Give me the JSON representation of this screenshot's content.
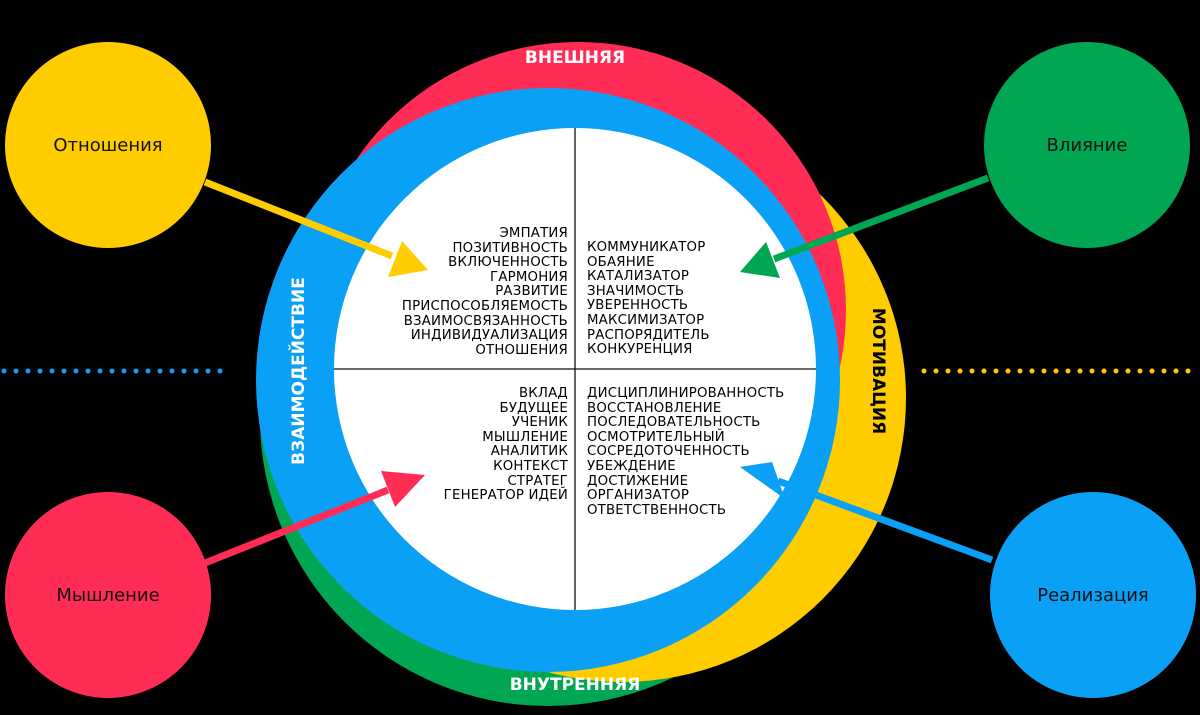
{
  "rings": {
    "top": {
      "label": "ВНЕШНЯЯ",
      "color": "#FF2D55"
    },
    "bottom": {
      "label": "ВНУТРЕННЯЯ",
      "color": "#00A651"
    },
    "left": {
      "label": "ВЗАИМОДЕЙСТВИЕ",
      "color": "#0AA0F5"
    },
    "right": {
      "label": "МОТИВАЦИЯ",
      "color": "#FFCC00"
    }
  },
  "bubbles": {
    "top_left": {
      "label": "Отношения",
      "color": "#FFCC00"
    },
    "top_right": {
      "label": "Влияние",
      "color": "#00A651"
    },
    "bottom_left": {
      "label": "Мышление",
      "color": "#FF2D55"
    },
    "bottom_right": {
      "label": "Реализация",
      "color": "#0AA0F5"
    }
  },
  "quadrants": {
    "top_left": [
      "ЭМПАТИЯ",
      "ПОЗИТИВНОСТЬ",
      "ВКЛЮЧЕННОСТЬ",
      "ГАРМОНИЯ",
      "РАЗВИТИЕ",
      "ПРИСПОСОБЛЯЕМОСТЬ",
      "ВЗАИМОСВЯЗАННОСТЬ",
      "ИНДИВИДУАЛИЗАЦИЯ",
      "ОТНОШЕНИЯ"
    ],
    "top_right": [
      "КОММУНИКАТОР",
      "ОБАЯНИЕ",
      "КАТАЛИЗАТОР",
      "ЗНАЧИМОСТЬ",
      "УВЕРЕННОСТЬ",
      "МАКСИМИЗАТОР",
      "РАСПОРЯДИТЕЛЬ",
      "КОНКУРЕНЦИЯ"
    ],
    "bottom_left": [
      "ВКЛАД",
      "БУДУЩЕЕ",
      "УЧЕНИК",
      "МЫШЛЕНИЕ",
      "АНАЛИТИК",
      "КОНТЕКСТ",
      "СТРАТЕГ",
      "ГЕНЕРАТОР ИДЕЙ"
    ],
    "bottom_right": [
      "ДИСЦИПЛИНИРОВАННОСТЬ",
      "ВОССТАНОВЛЕНИЕ",
      "ПОСЛЕДОВАТЕЛЬНОСТЬ",
      "ОСМОТРИТЕЛЬНЫЙ",
      "СОСРЕДОТОЧЕННОСТЬ",
      "УБЕЖДЕНИЕ",
      "ДОСТИЖЕНИЕ",
      "ОРГАНИЗАТОР",
      "ОТВЕТСТВЕННОСТЬ"
    ]
  },
  "dotted_lines": {
    "left_color": "#0AA0F5",
    "right_color": "#FFCC00"
  }
}
